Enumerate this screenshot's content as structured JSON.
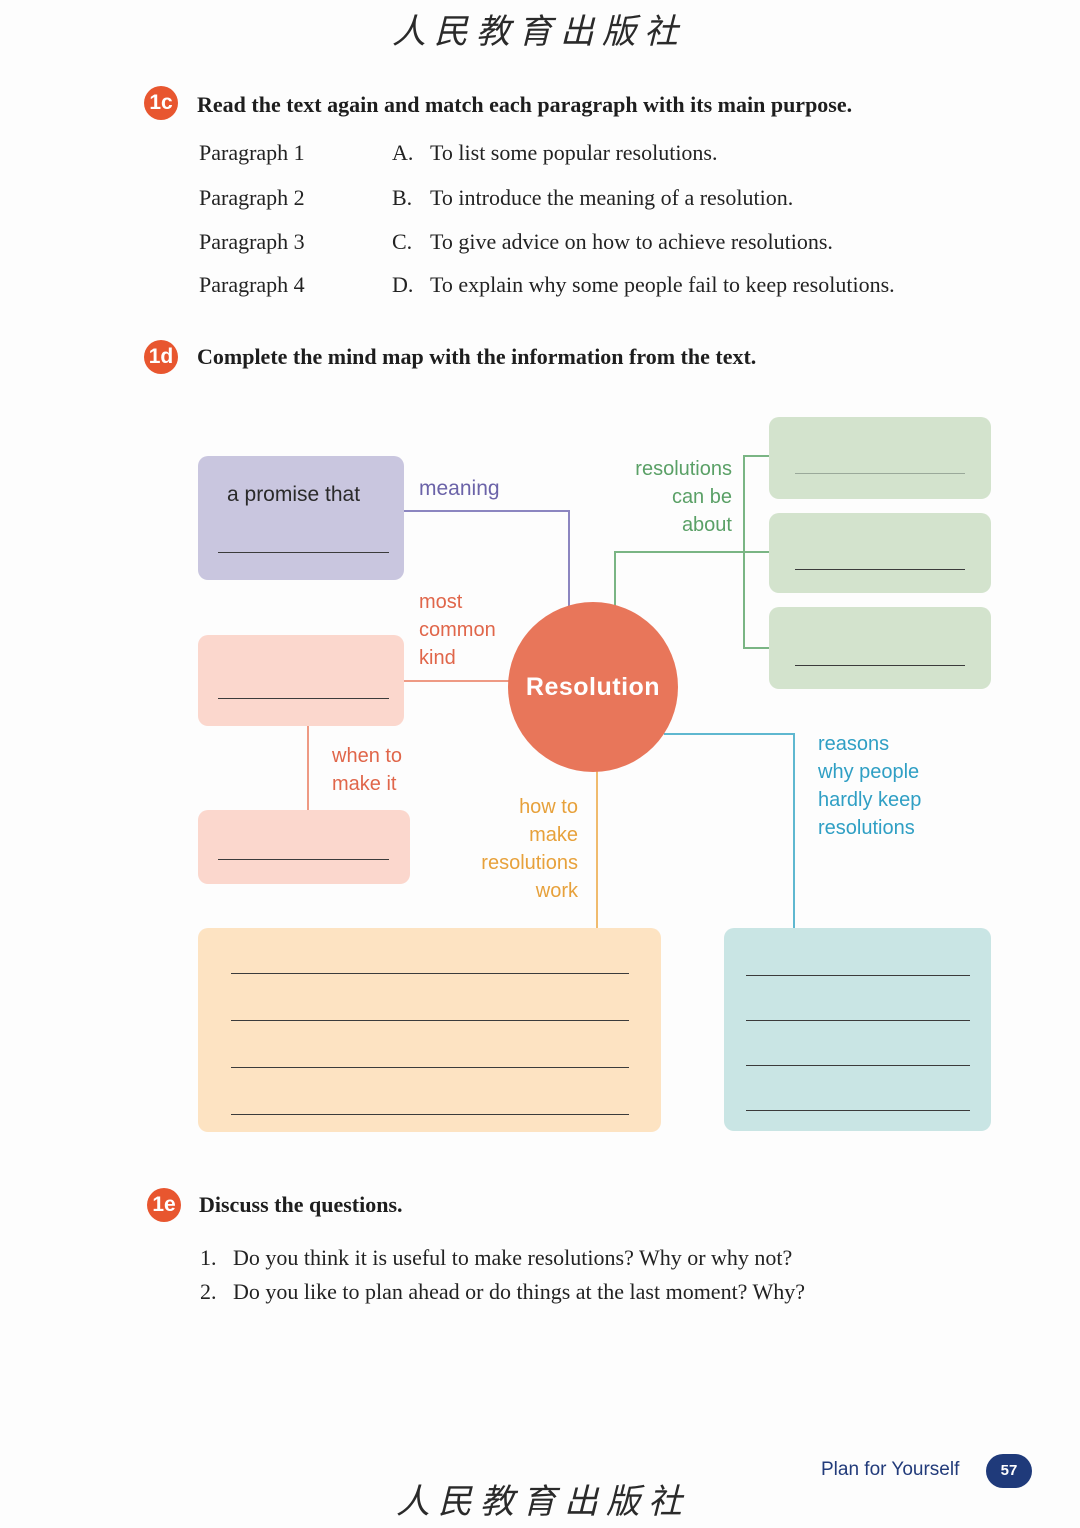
{
  "watermark": "人民教育出版社",
  "section_1c": {
    "badge": "1c",
    "instruction": "Read the text again and match each paragraph with its main purpose.",
    "paragraphs": [
      "Paragraph 1",
      "Paragraph 2",
      "Paragraph 3",
      "Paragraph 4"
    ],
    "purposes": [
      {
        "letter": "A.",
        "text": "To list some popular resolutions."
      },
      {
        "letter": "B.",
        "text": "To introduce the meaning of a resolution."
      },
      {
        "letter": "C.",
        "text": "To give advice on how to achieve resolutions."
      },
      {
        "letter": "D.",
        "text": "To explain why some people fail to keep resolutions."
      }
    ]
  },
  "section_1d": {
    "badge": "1d",
    "instruction": "Complete the mind map with the information from the text.",
    "mind_map": {
      "center": "Resolution",
      "meaning_box_text": "a promise that",
      "labels": {
        "meaning": "meaning",
        "about": [
          "resolutions",
          "can be",
          "about"
        ],
        "common_kind": [
          "most",
          "common",
          "kind"
        ],
        "when": [
          "when to",
          "make it"
        ],
        "how": [
          "how to",
          "make",
          "resolutions",
          "work"
        ],
        "reasons": [
          "reasons",
          "why people",
          "hardly keep",
          "resolutions"
        ]
      },
      "colors": {
        "purple_box": "#c9c6df",
        "purple_text": "#6b63a8",
        "pink_box": "#fbd7cd",
        "pink_text": "#e0664a",
        "green_box": "#d3e3cd",
        "green_text": "#5aa066",
        "orange_box": "#fde3c2",
        "orange_text": "#e7a13b",
        "blue_box": "#c9e5e4",
        "blue_text": "#2f9fc4",
        "center": "#e8765a"
      }
    }
  },
  "section_1e": {
    "badge": "1e",
    "instruction": "Discuss the questions.",
    "questions": [
      {
        "num": "1.",
        "text": "Do you think it is useful to make resolutions? Why or why not?"
      },
      {
        "num": "2.",
        "text": "Do you like to plan ahead or do things at the last moment? Why?"
      }
    ]
  },
  "footer": {
    "unit_title": "Plan for Yourself",
    "page_number": "57"
  }
}
